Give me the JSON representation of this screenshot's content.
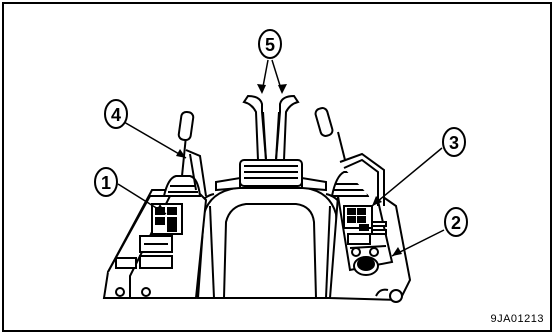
{
  "figure": {
    "code": "9JA01213"
  },
  "callouts": [
    {
      "id": "1",
      "label": "1"
    },
    {
      "id": "2",
      "label": "2"
    },
    {
      "id": "3",
      "label": "3"
    },
    {
      "id": "4",
      "label": "4"
    },
    {
      "id": "5",
      "label": "5"
    }
  ],
  "colors": {
    "line": "#000000",
    "background": "#ffffff",
    "shade": "#000000"
  }
}
